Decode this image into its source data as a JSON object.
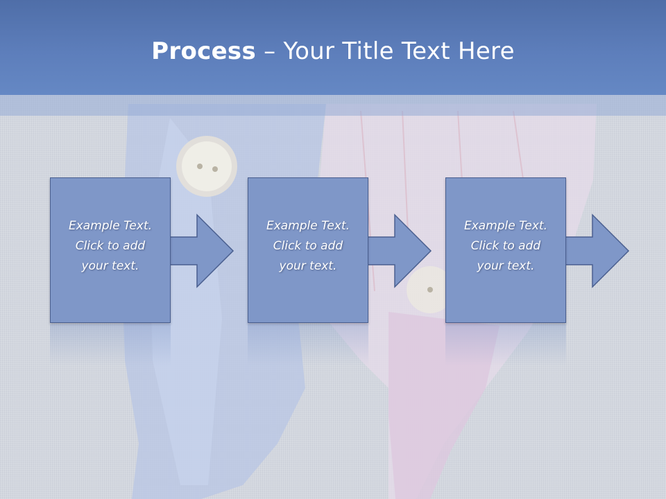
{
  "slide": {
    "title_bold": "Process",
    "title_rest": " – Your Title Text Here"
  },
  "steps": [
    {
      "line1": "Example Text.",
      "line2": "Click  to add",
      "line3": "your text."
    },
    {
      "line1": "Example Text.",
      "line2": "Click  to add",
      "line3": "your text."
    },
    {
      "line1": "Example Text.",
      "line2": "Click  to add",
      "line3": "your text."
    }
  ],
  "colors": {
    "header": "#5d7ebb",
    "step_fill": "#7f97c8",
    "step_border": "#4a5f8f",
    "text": "#ffffff"
  }
}
